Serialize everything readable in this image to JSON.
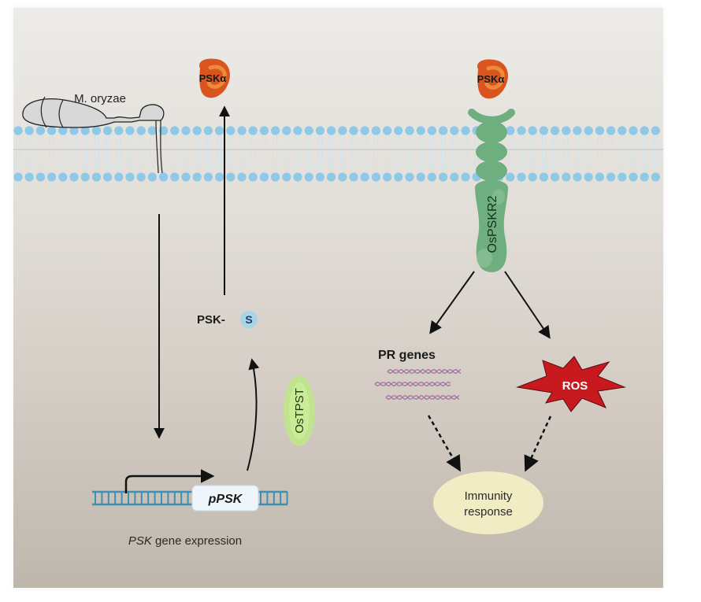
{
  "diagram": {
    "title": "PSK signaling in rice immunity",
    "pathogen_label": "M. oryzae",
    "ligand_left_label": "PSKα",
    "ligand_right_label": "PSKα",
    "receptor_label": "OsPSKR2",
    "sulfated_peptide_prefix": "PSK-",
    "sulfate_label": "S",
    "enzyme_label": "OsTPST",
    "promoter_label": "pPSK",
    "gene_expression_italic": "PSK",
    "gene_expression_rest": " gene expression",
    "pr_genes_label": "PR genes",
    "ros_label": "ROS",
    "immunity_line1": "Immunity",
    "immunity_line2": "response"
  },
  "colors": {
    "ligand": "#d9541e",
    "ligand_highlight": "#ee8a3a",
    "receptor": "#6fae7e",
    "receptor_light": "#8fc59b",
    "membrane_head": "#8ec9e8",
    "enzyme": "#bfe58a",
    "ros": "#c8191e",
    "immunity": "#f1ecc4",
    "dna": "#3f8fb0"
  }
}
